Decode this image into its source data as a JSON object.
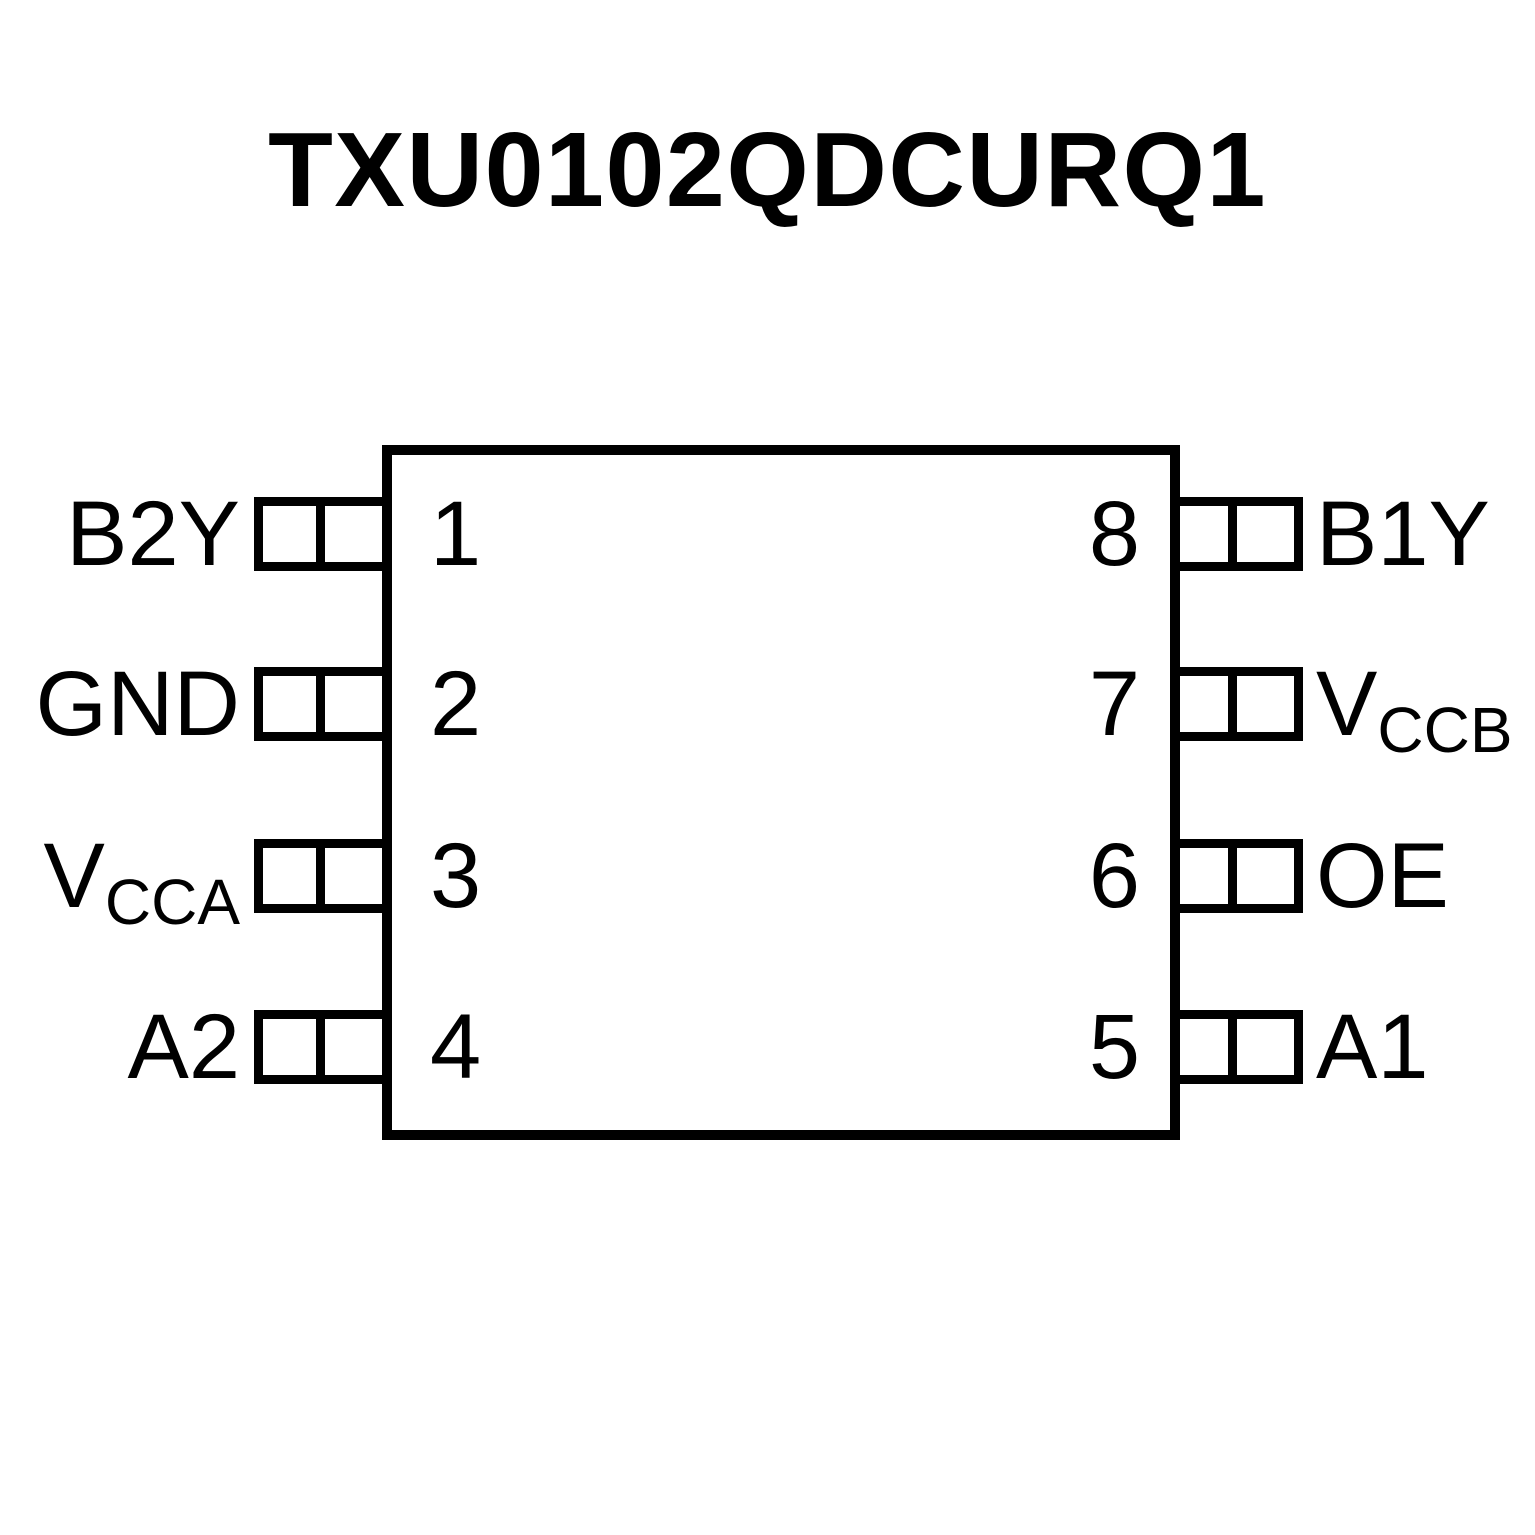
{
  "title": "TXU0102QDCURQ1",
  "diagram_type": "ic-pinout",
  "pins": {
    "left": [
      {
        "number": "1",
        "label_main": "B2Y",
        "label_sub": ""
      },
      {
        "number": "2",
        "label_main": "GND",
        "label_sub": ""
      },
      {
        "number": "3",
        "label_main": "V",
        "label_sub": "CCA"
      },
      {
        "number": "4",
        "label_main": "A2",
        "label_sub": ""
      }
    ],
    "right": [
      {
        "number": "8",
        "label_main": "B1Y",
        "label_sub": ""
      },
      {
        "number": "7",
        "label_main": "V",
        "label_sub": "CCB"
      },
      {
        "number": "6",
        "label_main": "OE",
        "label_sub": ""
      },
      {
        "number": "5",
        "label_main": "A1",
        "label_sub": ""
      }
    ]
  },
  "colors": {
    "line": "#000000",
    "background": "#ffffff"
  }
}
